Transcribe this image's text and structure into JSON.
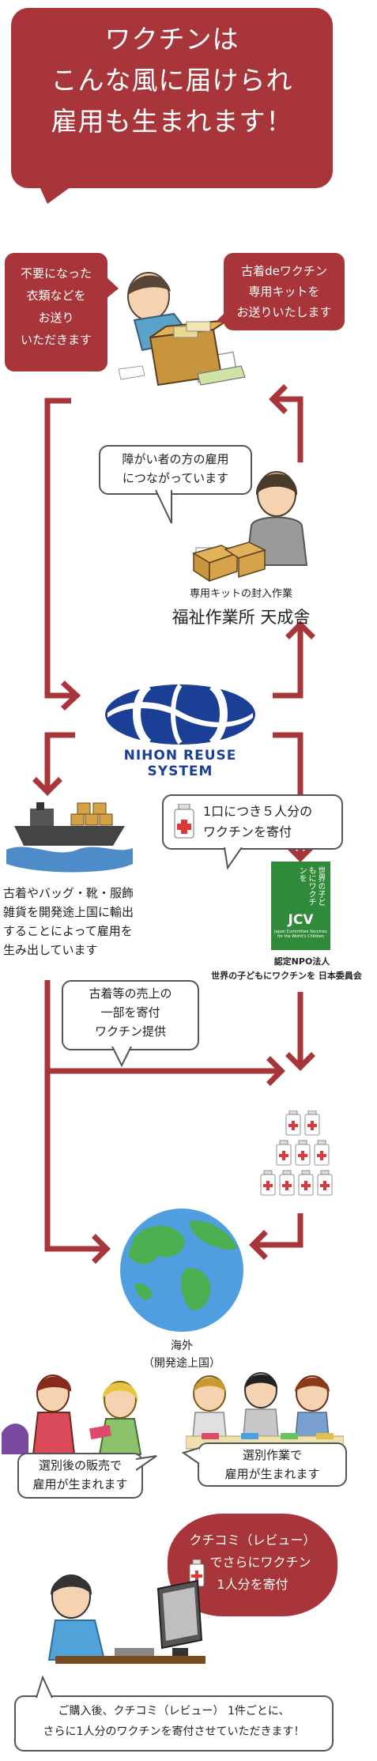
{
  "header": {
    "line1": "ワクチンは",
    "line2": "こんな風に届けられ",
    "line3": "雇用も生まれます！"
  },
  "donate_box": {
    "line1": "不要になった",
    "line2": "衣類などを",
    "line3": "お送り",
    "line4": "いただきます"
  },
  "kit_box": {
    "line1": "古着deワクチン",
    "line2": "専用キットを",
    "line3": "お送りいたします"
  },
  "employment_bubble": {
    "line1": "障がい者の方の雇用",
    "line2": "につながっています"
  },
  "workshop": {
    "caption": "専用キットの封入作業",
    "name": "福祉作業所 天成舎"
  },
  "logo": {
    "name": "NIHON REUSE SYSTEM"
  },
  "vaccine_bubble": {
    "line1": "1口につき５人分の",
    "line2": "ワクチンを寄付"
  },
  "export_text": {
    "line1": "古着やバッグ・靴・服飾",
    "line2": "雑貨を開発途上国に輸出",
    "line3": "することによって雇用を",
    "line4": "生み出しています"
  },
  "jcv": {
    "logo_text": "世界の子どもにワクチンを",
    "abbr": "JCV",
    "sub": "Japan Committee Vaccines for the World's Children",
    "label1": "認定NPO法人",
    "label2": "世界の子どもにワクチンを 日本委員会"
  },
  "sales_bubble": {
    "line1": "古着等の売上の",
    "line2": "一部を寄付",
    "line3": "ワクチン提供"
  },
  "globe": {
    "label1": "海外",
    "label2": "（開発途上国）"
  },
  "sales_after": {
    "line1": "選別後の販売で",
    "line2": "雇用が生まれます"
  },
  "sorting": {
    "line1": "選別作業で",
    "line2": "雇用が生まれます"
  },
  "review_box": {
    "line1": "クチコミ（レビュー）",
    "line2": "でさらにワクチン",
    "line3": "1人分を寄付"
  },
  "bottom_bubble": {
    "line1": "ご購入後、クチコミ（レビュー） 1件ごとに、",
    "line2": "さらに1人分のワクチンを寄付させていただきます！"
  },
  "colors": {
    "brand_red": "#a8353a",
    "logo_blue": "#1c3f96",
    "jcv_green": "#2f8a3a"
  }
}
